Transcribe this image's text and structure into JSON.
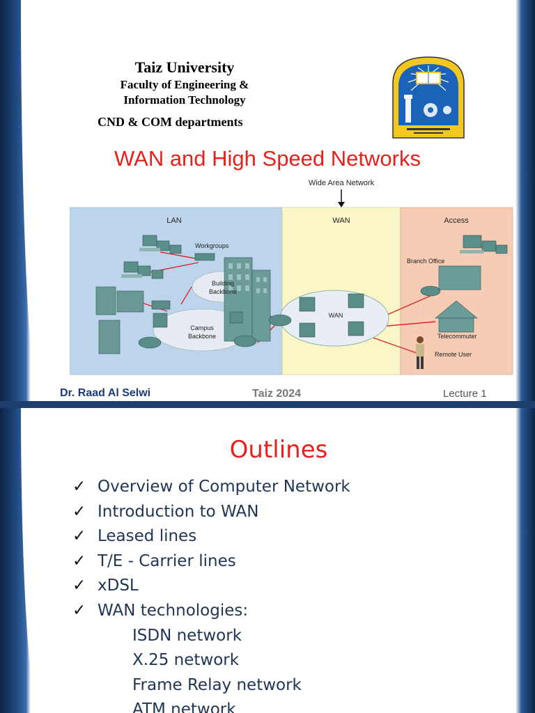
{
  "slide1": {
    "university": "Taiz University",
    "faculty_line1": "Faculty of Engineering &",
    "faculty_line2": "Information Technology",
    "departments": "CND & COM departments",
    "title": "WAN and High Speed Networks",
    "diagram": {
      "caption": "Wide Area Network",
      "zones": [
        "LAN",
        "WAN",
        "Access"
      ],
      "labels": {
        "workgroups": "Workgroups",
        "building_backbone_1": "Building",
        "building_backbone_2": "Backbone",
        "campus_backbone_1": "Campus",
        "campus_backbone_2": "Backbone",
        "wan_cloud": "WAN",
        "branch_office": "Branch Office",
        "telecommuter": "Telecommuter",
        "remote_user": "Remote User"
      },
      "zone_colors": {
        "lan": "#bcd4ec",
        "wan": "#fbf6c8",
        "access": "#f6cdb4"
      }
    },
    "footer": {
      "author": "Dr. Raad Al Selwi",
      "place": "Taiz 2024",
      "lecture": "Lecture 1"
    }
  },
  "slide2": {
    "title": "Outlines",
    "items": [
      {
        "text": "Overview of Computer Network",
        "checked": true
      },
      {
        "text": "Introduction to WAN",
        "checked": true
      },
      {
        "text": "Leased lines",
        "checked": true
      },
      {
        "text": "T/E - Carrier lines",
        "checked": true
      },
      {
        "text": "xDSL",
        "checked": true
      },
      {
        "text": "WAN technologies:",
        "checked": true
      },
      {
        "text": "ISDN network",
        "checked": false
      },
      {
        "text": "X.25 network",
        "checked": false
      },
      {
        "text": "Frame Relay network",
        "checked": false
      },
      {
        "text": "ATM network",
        "checked": false
      }
    ]
  },
  "colors": {
    "title_red": "#e8201c",
    "author_blue": "#1a3a78",
    "edge_navy": "#1e3f6e"
  }
}
